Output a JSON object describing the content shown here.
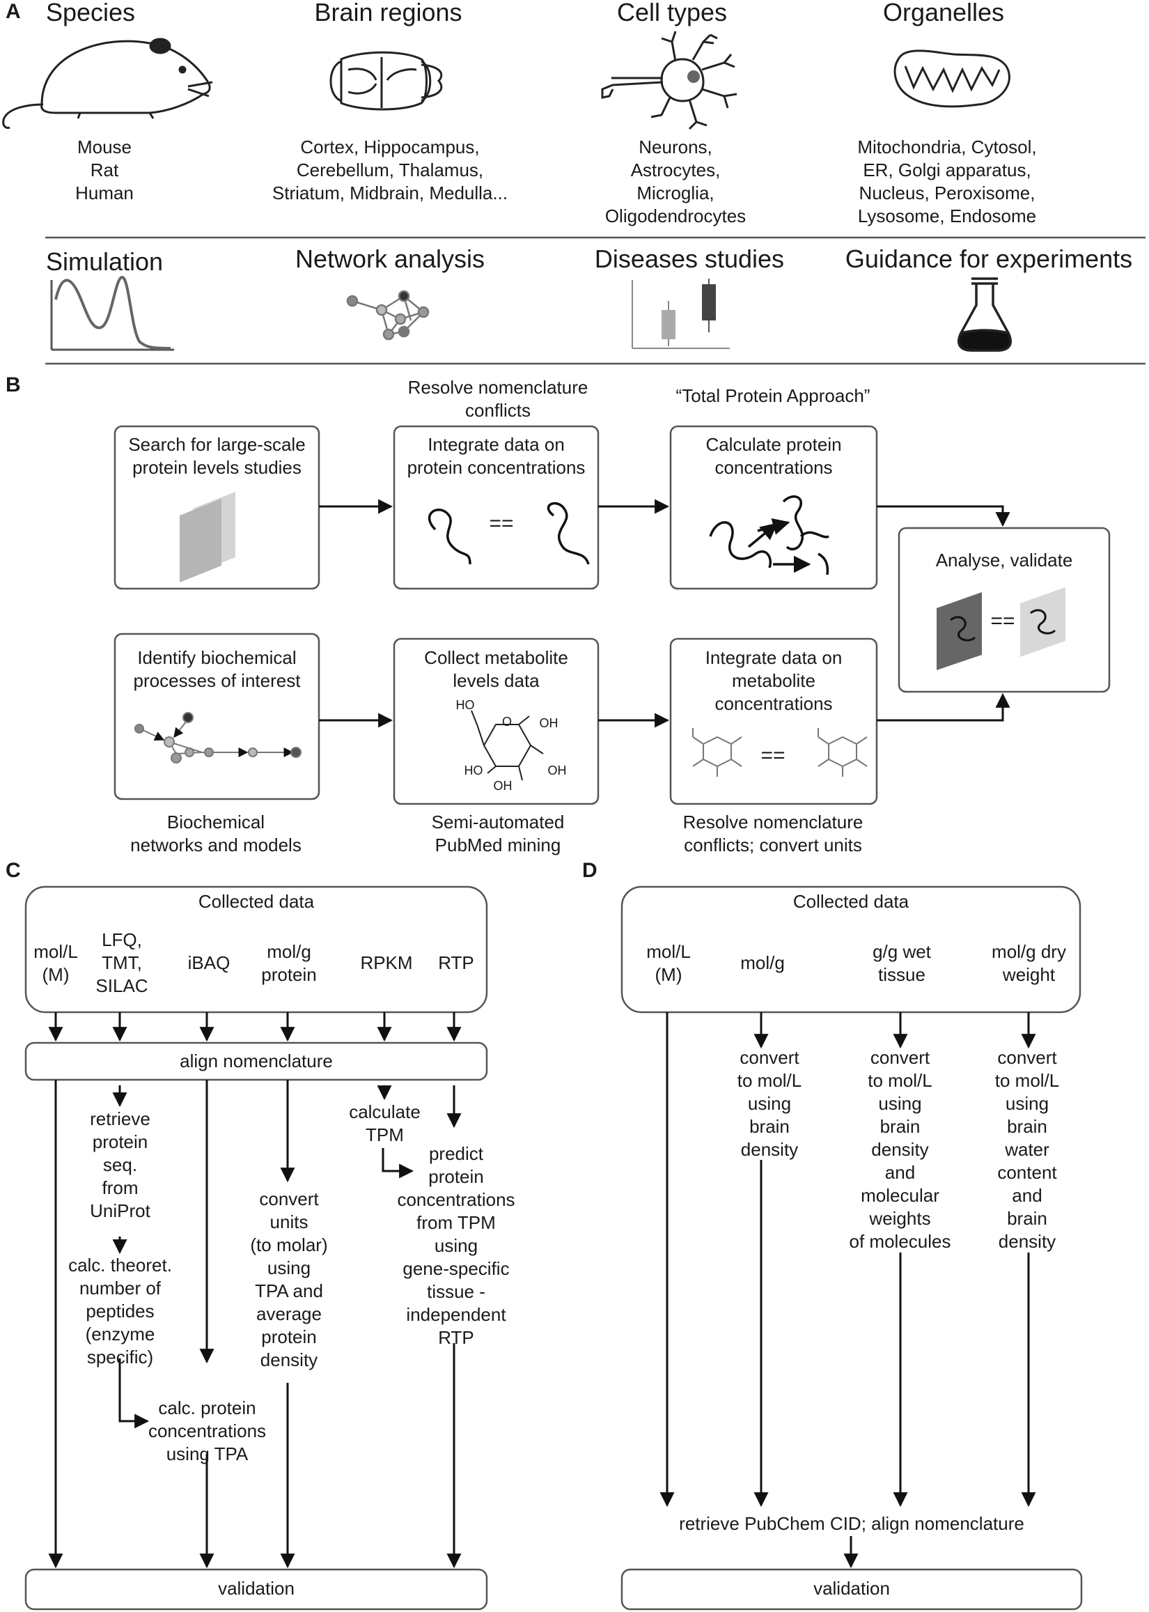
{
  "panel_letters": [
    "A",
    "B",
    "C",
    "D"
  ],
  "panel_a": {
    "headers": [
      "Species",
      "Brain regions",
      "Cell types",
      "Organelles"
    ],
    "lists": [
      "Mouse\nRat\nHuman",
      "Cortex, Hippocampus,\nCerebellum, Thalamus,\nStriatum, Midbrain, Medulla...",
      "Neurons,\nAstrocytes,\nMicroglia,\nOligodendrocytes",
      "Mitochondria, Cytosol,\nER, Golgi apparatus,\nNucleus, Peroxisome,\nLysosome, Endosome"
    ],
    "applications": [
      "Simulation",
      "Network analysis",
      "Diseases studies",
      "Guidance for experiments"
    ],
    "icons": [
      "mouse-icon",
      "brain-icon",
      "neuron-icon",
      "mitochondrion-icon",
      "simulation-plot-icon",
      "network-icon",
      "boxplot-icon",
      "flask-icon"
    ]
  },
  "panel_b": {
    "boxes": {
      "search": "Search for large-scale\nprotein levels studies",
      "integrate_protein": "Integrate data on\nprotein concentrations",
      "calculate_protein": "Calculate protein\nconcentrations",
      "analyse": "Analyse, validate",
      "identify": "Identify biochemical\nprocesses of interest",
      "collect_metabolite": "Collect metabolite\nlevels data",
      "integrate_metabolite": "Integrate data on\nmetabolite\nconcentrations"
    },
    "captions": {
      "resolve_top": "Resolve nomenclature\nconflicts",
      "total_protein": "“Total Protein Approach”",
      "biochemical": "Biochemical\nnetworks and models",
      "pubmed": "Semi-automated\nPubMed mining",
      "resolve_bottom": "Resolve nomenclature\nconflicts; convert units"
    },
    "equals": "==",
    "glucose_labels": [
      "HO",
      "O",
      "OH",
      "HO",
      "OH",
      "OH"
    ]
  },
  "panel_c": {
    "collected_title": "Collected data",
    "columns": [
      "mol/L\n(M)",
      "LFQ,\nTMT,\nSILAC",
      "iBAQ",
      "mol/g\nprotein",
      "RPKM",
      "RTP"
    ],
    "align": "align nomenclature",
    "steps": {
      "retrieve": "retrieve\nprotein\nseq.\nfrom\nUniProt",
      "theoretical": "calc. theoret.\nnumber of\npeptides\n(enzyme\nspecific)",
      "calc_protein": "calc. protein\nconcentrations\nusing TPA",
      "convert_units": "convert\nunits\n(to molar)\nusing\nTPA and\naverage\nprotein\ndensity",
      "calc_tpm": "calculate\nTPM",
      "predict": "predict\nprotein\nconcentrations\nfrom TPM\nusing\ngene-specific\ntissue -\nindependent\nRTP"
    },
    "validation": "validation"
  },
  "panel_d": {
    "collected_title": "Collected data",
    "columns": [
      "mol/L\n(M)",
      "mol/g",
      "g/g wet\ntissue",
      "mol/g dry\nweight"
    ],
    "steps": {
      "mol_g": "convert\nto mol/L\nusing\nbrain\ndensity",
      "wet": "convert\nto mol/L\nusing\nbrain\ndensity\nand\nmolecular\nweights\nof molecules",
      "dry": "convert\nto mol/L\nusing\nbrain\nwater\ncontent\nand\nbrain\ndensity"
    },
    "pubchem": "retrieve PubChem CID; align nomenclature",
    "validation": "validation"
  }
}
